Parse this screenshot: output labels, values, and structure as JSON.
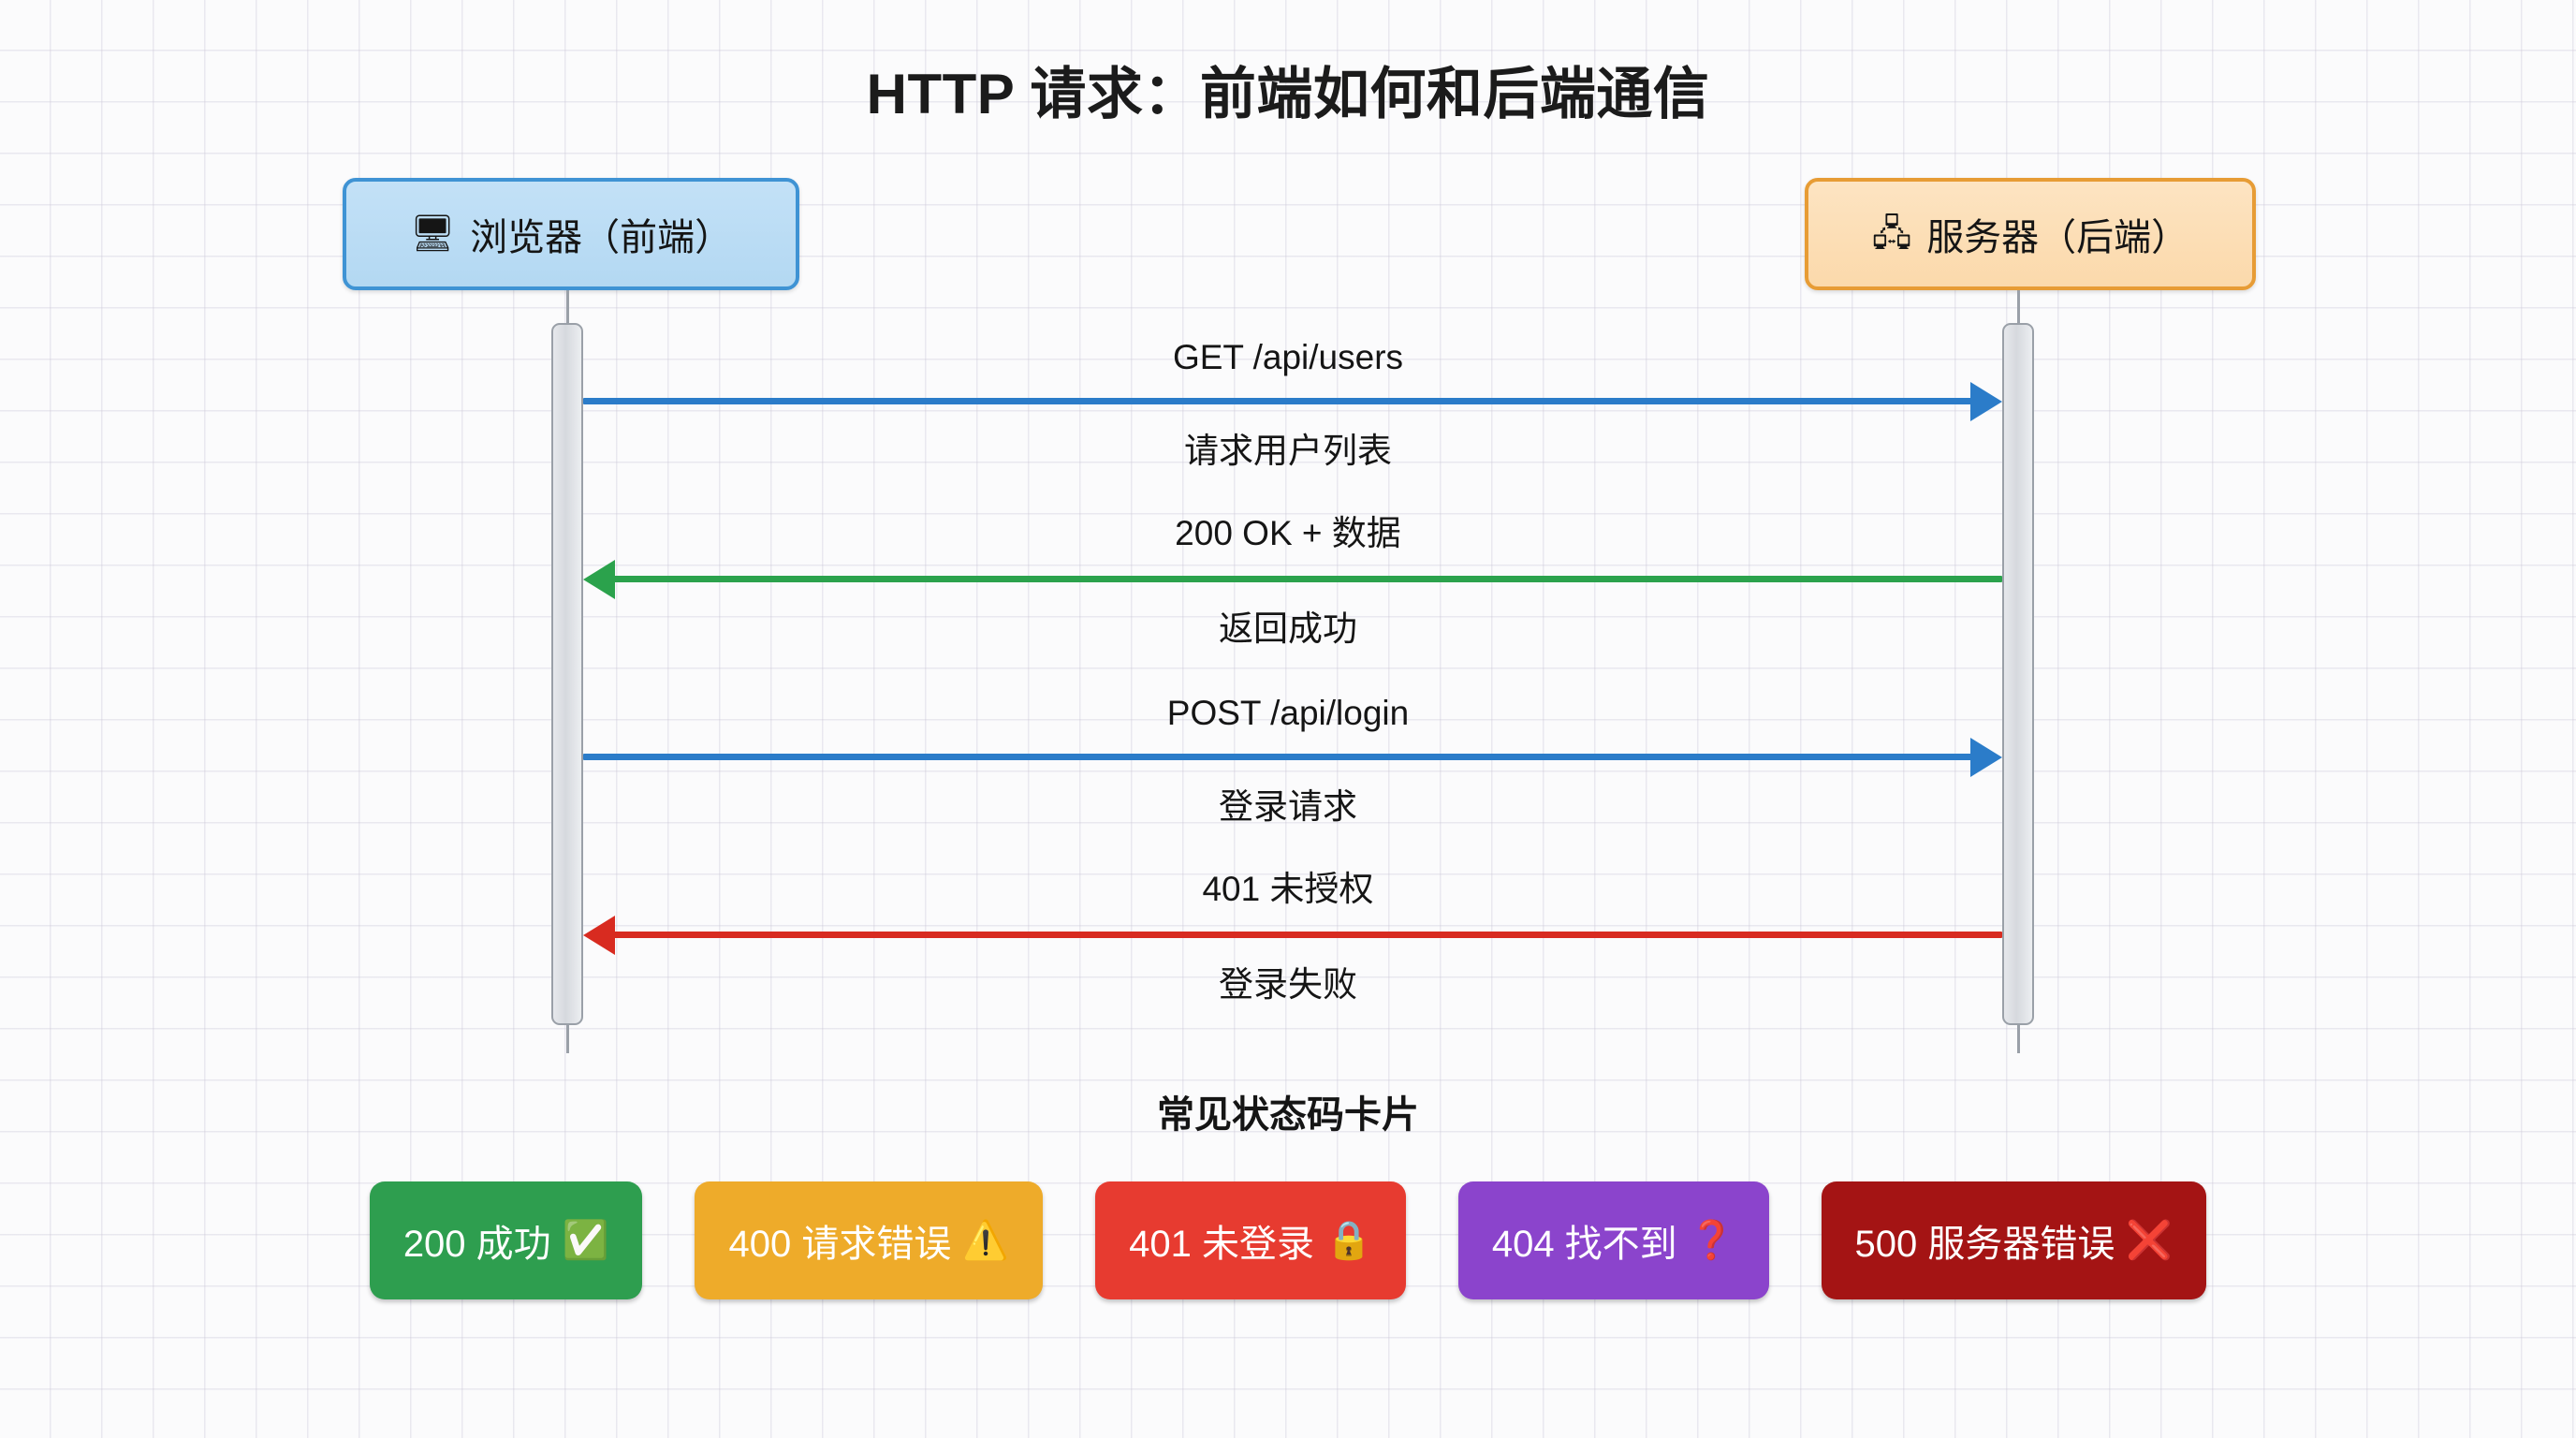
{
  "title": "HTTP 请求：前端如何和后端通信",
  "diagram": {
    "type": "sequence-diagram",
    "participants": [
      {
        "id": "browser",
        "label": "浏览器（前端）",
        "icon": "browser-window-icon",
        "icon_glyph": "🖥",
        "fill": "#b3d8f2",
        "border": "#3f93d4"
      },
      {
        "id": "server",
        "label": "服务器（后端）",
        "icon": "server-rack-icon",
        "icon_glyph": "🖧",
        "fill": "#fbd9ab",
        "border": "#e79c35"
      }
    ],
    "messages": [
      {
        "index": 1,
        "from": "browser",
        "to": "server",
        "direction": "right",
        "label_above": "GET /api/users",
        "label_below": "请求用户列表",
        "color": "#2b7cc9",
        "arrowhead": true
      },
      {
        "index": 2,
        "from": "server",
        "to": "browser",
        "direction": "left",
        "label_above": "200 OK + 数据",
        "label_below": "返回成功",
        "color": "#2ba24c",
        "arrowhead": true
      },
      {
        "index": 3,
        "from": "browser",
        "to": "server",
        "direction": "right",
        "label_above": "POST /api/login",
        "label_below": "登录请求",
        "color": "#2b7cc9",
        "arrowhead": true
      },
      {
        "index": 4,
        "from": "server",
        "to": "browser",
        "direction": "left",
        "label_above": "401 未授权",
        "label_below": "登录失败",
        "color": "#d82b20",
        "arrowhead": true
      }
    ]
  },
  "status_section": {
    "heading": "常见状态码卡片",
    "cards": [
      {
        "label": "200 成功",
        "icon": "check-mark-icon",
        "icon_glyph": "✅",
        "color": "#2e9e4f"
      },
      {
        "label": "400 请求错误",
        "icon": "warning-triangle-icon",
        "icon_glyph": "⚠️",
        "color": "#eeab2a"
      },
      {
        "label": "401 未登录",
        "icon": "lock-icon",
        "icon_glyph": "🔒",
        "color": "#e73b30"
      },
      {
        "label": "404 找不到",
        "icon": "question-mark-icon",
        "icon_glyph": "❓",
        "color": "#8b44cc"
      },
      {
        "label": "500 服务器错误",
        "icon": "cross-mark-icon",
        "icon_glyph": "❌",
        "color": "#a41414"
      }
    ]
  }
}
